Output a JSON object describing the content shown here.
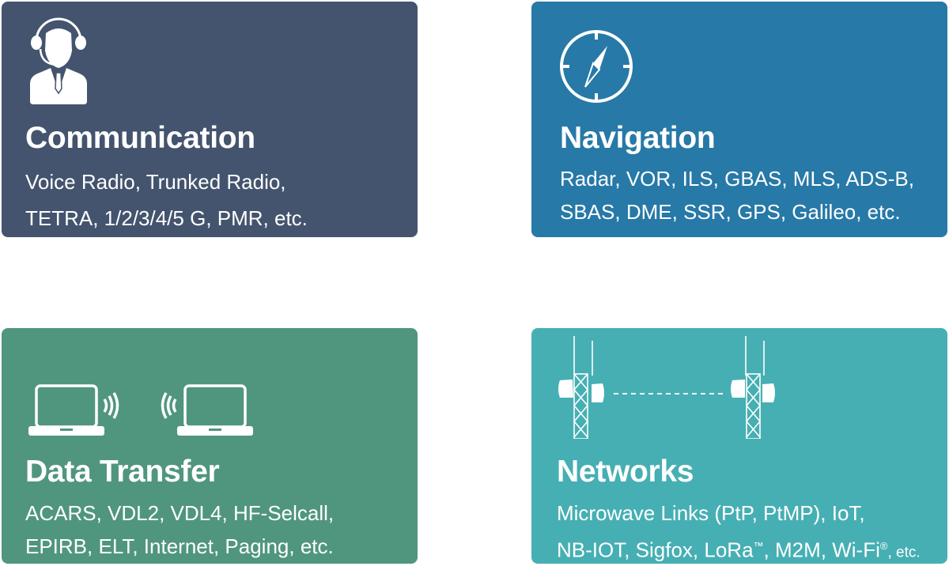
{
  "cards": [
    {
      "title": "Communication",
      "lines": [
        "Voice Radio, Trunked Radio,",
        "TETRA, 1/2/3/4/5 G, PMR, etc."
      ],
      "icon": "headset-person-icon",
      "color": "#44546e"
    },
    {
      "title": "Navigation",
      "lines": [
        "Radar, VOR, ILS, GBAS, MLS, ADS-B,",
        "SBAS, DME, SSR, GPS, Galileo, etc."
      ],
      "icon": "compass-icon",
      "color": "#2779a7"
    },
    {
      "title": "Data Transfer",
      "lines": [
        "ACARS, VDL2, VDL4, HF-Selcall,",
        "EPIRB, ELT, Internet, Paging, etc."
      ],
      "icon": "laptops-wireless-icon",
      "color": "#50967f"
    },
    {
      "title": "Networks",
      "line1": "Microwave Links (PtP, PtMP), IoT,",
      "line2a": "NB-IOT, Sigfox, LoRa",
      "tm": "™",
      "line2b": ", M2M, Wi-Fi",
      "reg": "®",
      "line2c": ", etc.",
      "icon": "microwave-towers-icon",
      "color": "#46afb3"
    }
  ]
}
